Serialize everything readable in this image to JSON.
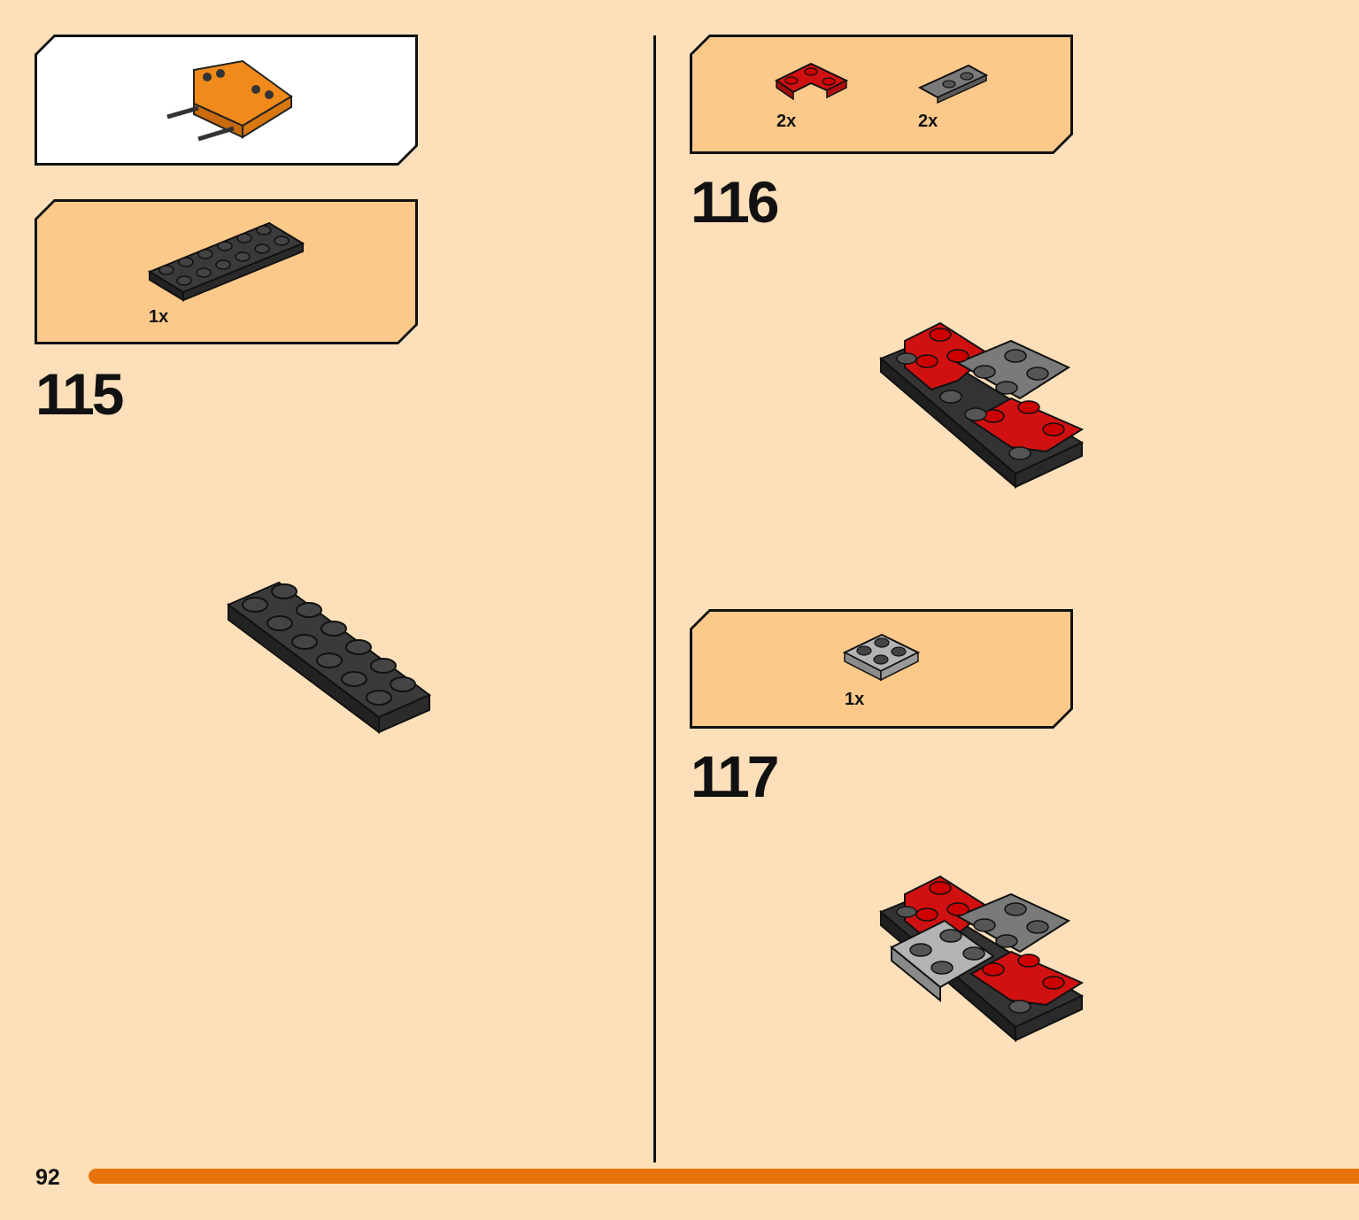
{
  "page": {
    "number": "92"
  },
  "colors": {
    "background": "#fde0b9",
    "callout": "#fcc98a",
    "progress": "#e8720c",
    "dark_brick": "#333333",
    "red_brick": "#d11111",
    "gray_brick": "#7a7a7a",
    "light_gray_brick": "#b3b3b3",
    "orange_brick": "#f08a1a"
  },
  "submodel_callout": {
    "icon": "orange-vehicle-submodel"
  },
  "steps": [
    {
      "number": "115",
      "parts": [
        {
          "qty": "1x",
          "part": "black-plate-2x6"
        }
      ]
    },
    {
      "number": "116",
      "parts": [
        {
          "qty": "2x",
          "part": "red-corner-plate-2x2"
        },
        {
          "qty": "2x",
          "part": "gray-plate-1x2-with-clip"
        }
      ]
    },
    {
      "number": "117",
      "parts": [
        {
          "qty": "1x",
          "part": "light-gray-plate-2x2"
        }
      ]
    }
  ]
}
